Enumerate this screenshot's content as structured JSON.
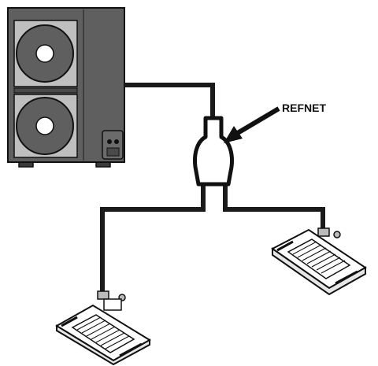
{
  "diagram": {
    "labels": {
      "refnet": "REFNET"
    },
    "components": {
      "outdoor_unit": "outdoor-unit",
      "refnet_joint": "refnet-joint",
      "indoor_unit_left": "cassette-indoor-unit",
      "indoor_unit_right": "cassette-indoor-unit"
    },
    "colors": {
      "pipe": "#1a1a1a",
      "unit_body": "#5f5f5f",
      "fan_panel": "#bfbfbf",
      "outline": "#111111"
    }
  }
}
